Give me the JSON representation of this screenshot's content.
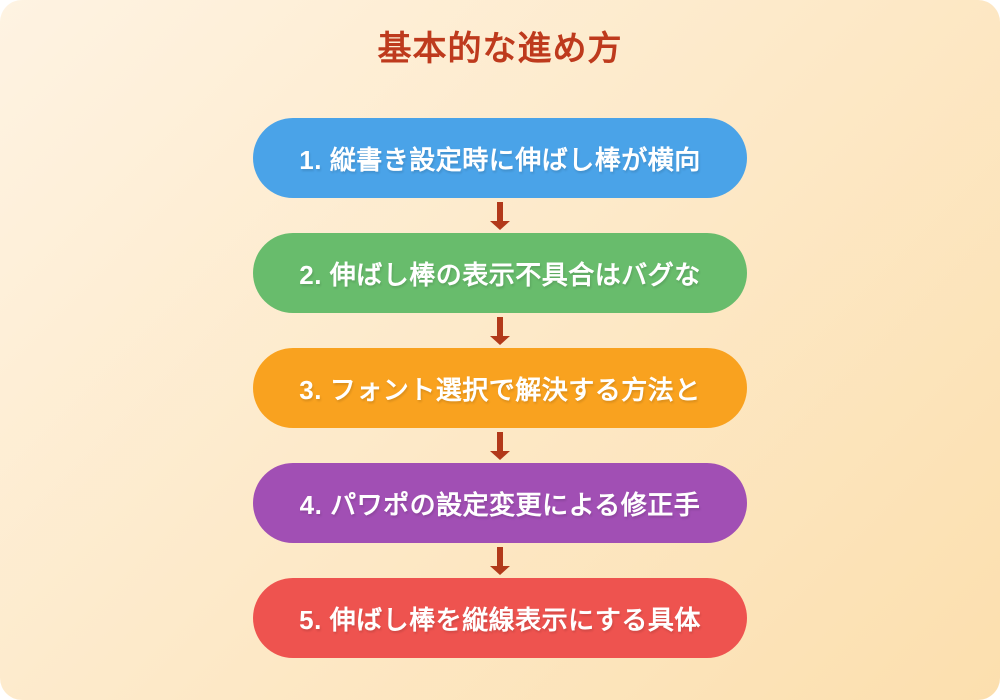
{
  "title": "基本的な進め方",
  "colors": {
    "background_start": "#FEF3E2",
    "background_end": "#FCDFAE",
    "title": "#BE3A1D",
    "arrow": "#B2391A",
    "step_text": "#FFFFFF"
  },
  "steps": [
    {
      "label": "1. 縦書き設定時に伸ばし棒が横向",
      "color": "#4AA3E8"
    },
    {
      "label": "2. 伸ばし棒の表示不具合はバグな",
      "color": "#68BC6C"
    },
    {
      "label": "3. フォント選択で解決する方法と",
      "color": "#F9A21F"
    },
    {
      "label": "4. パワポの設定変更による修正手",
      "color": "#A14FB4"
    },
    {
      "label": "5. 伸ばし棒を縦線表示にする具体",
      "color": "#EE534F"
    }
  ]
}
